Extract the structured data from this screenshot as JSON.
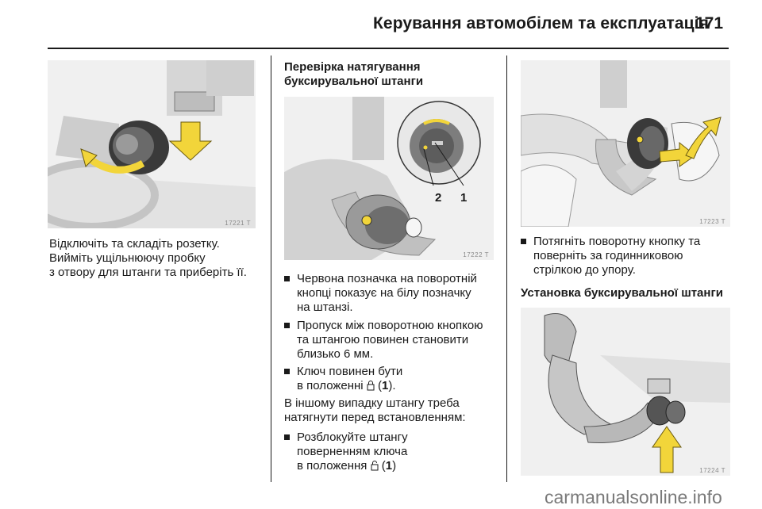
{
  "header": {
    "title": "Керування автомобілем та експлуатація",
    "page_number": "171"
  },
  "figures": {
    "fig1": {
      "number": "17221 T"
    },
    "fig2": {
      "number": "17222 T",
      "callout_2": "2",
      "callout_1": "1"
    },
    "fig3": {
      "number": "17223 T"
    },
    "fig4": {
      "number": "17224 T"
    }
  },
  "col1": {
    "line1": "Відключіть та складіть розетку.",
    "line2": "Вийміть ущільнюючу пробку",
    "line3": "з отвору для штанги та приберіть її."
  },
  "col2": {
    "heading_line1": "Перевірка натягування",
    "heading_line2": "буксирувальної штанги",
    "bullet1": {
      "line1": "Червона позначка на поворотній",
      "line2": "кнопці показує на білу позначку",
      "line3": "на штанзі."
    },
    "bullet2": {
      "line1": "Пропуск між поворотною кнопкою",
      "line2": "та штангою повинен становити",
      "line3": "близько 6 мм."
    },
    "bullet3": {
      "line1": "Ключ повинен бути",
      "line2_pre": "в положенні",
      "ref_open": "(",
      "ref_num": "1",
      "ref_close": ")."
    },
    "para": {
      "line1": "В іншому випадку штангу треба",
      "line2": "натягнути перед встановленням:"
    },
    "bullet4": {
      "line1": "Розблокуйте штангу",
      "line2": "поверненням ключа",
      "line3_pre": "в положення",
      "ref_open": "(",
      "ref_num": "1",
      "ref_close": ")"
    }
  },
  "col3": {
    "bullet1": {
      "line1": "Потягніть поворотну кнопку та",
      "line2": "поверніть за годинниковою",
      "line3": "стрілкою до упору."
    },
    "heading": "Установка буксирувальної штанги"
  },
  "watermark": "carmanualsonline.info",
  "colors": {
    "arrow_yellow": "#f2d53a",
    "figure_bg": "#f0f0f0",
    "part_gray": "#b8b8b8"
  }
}
